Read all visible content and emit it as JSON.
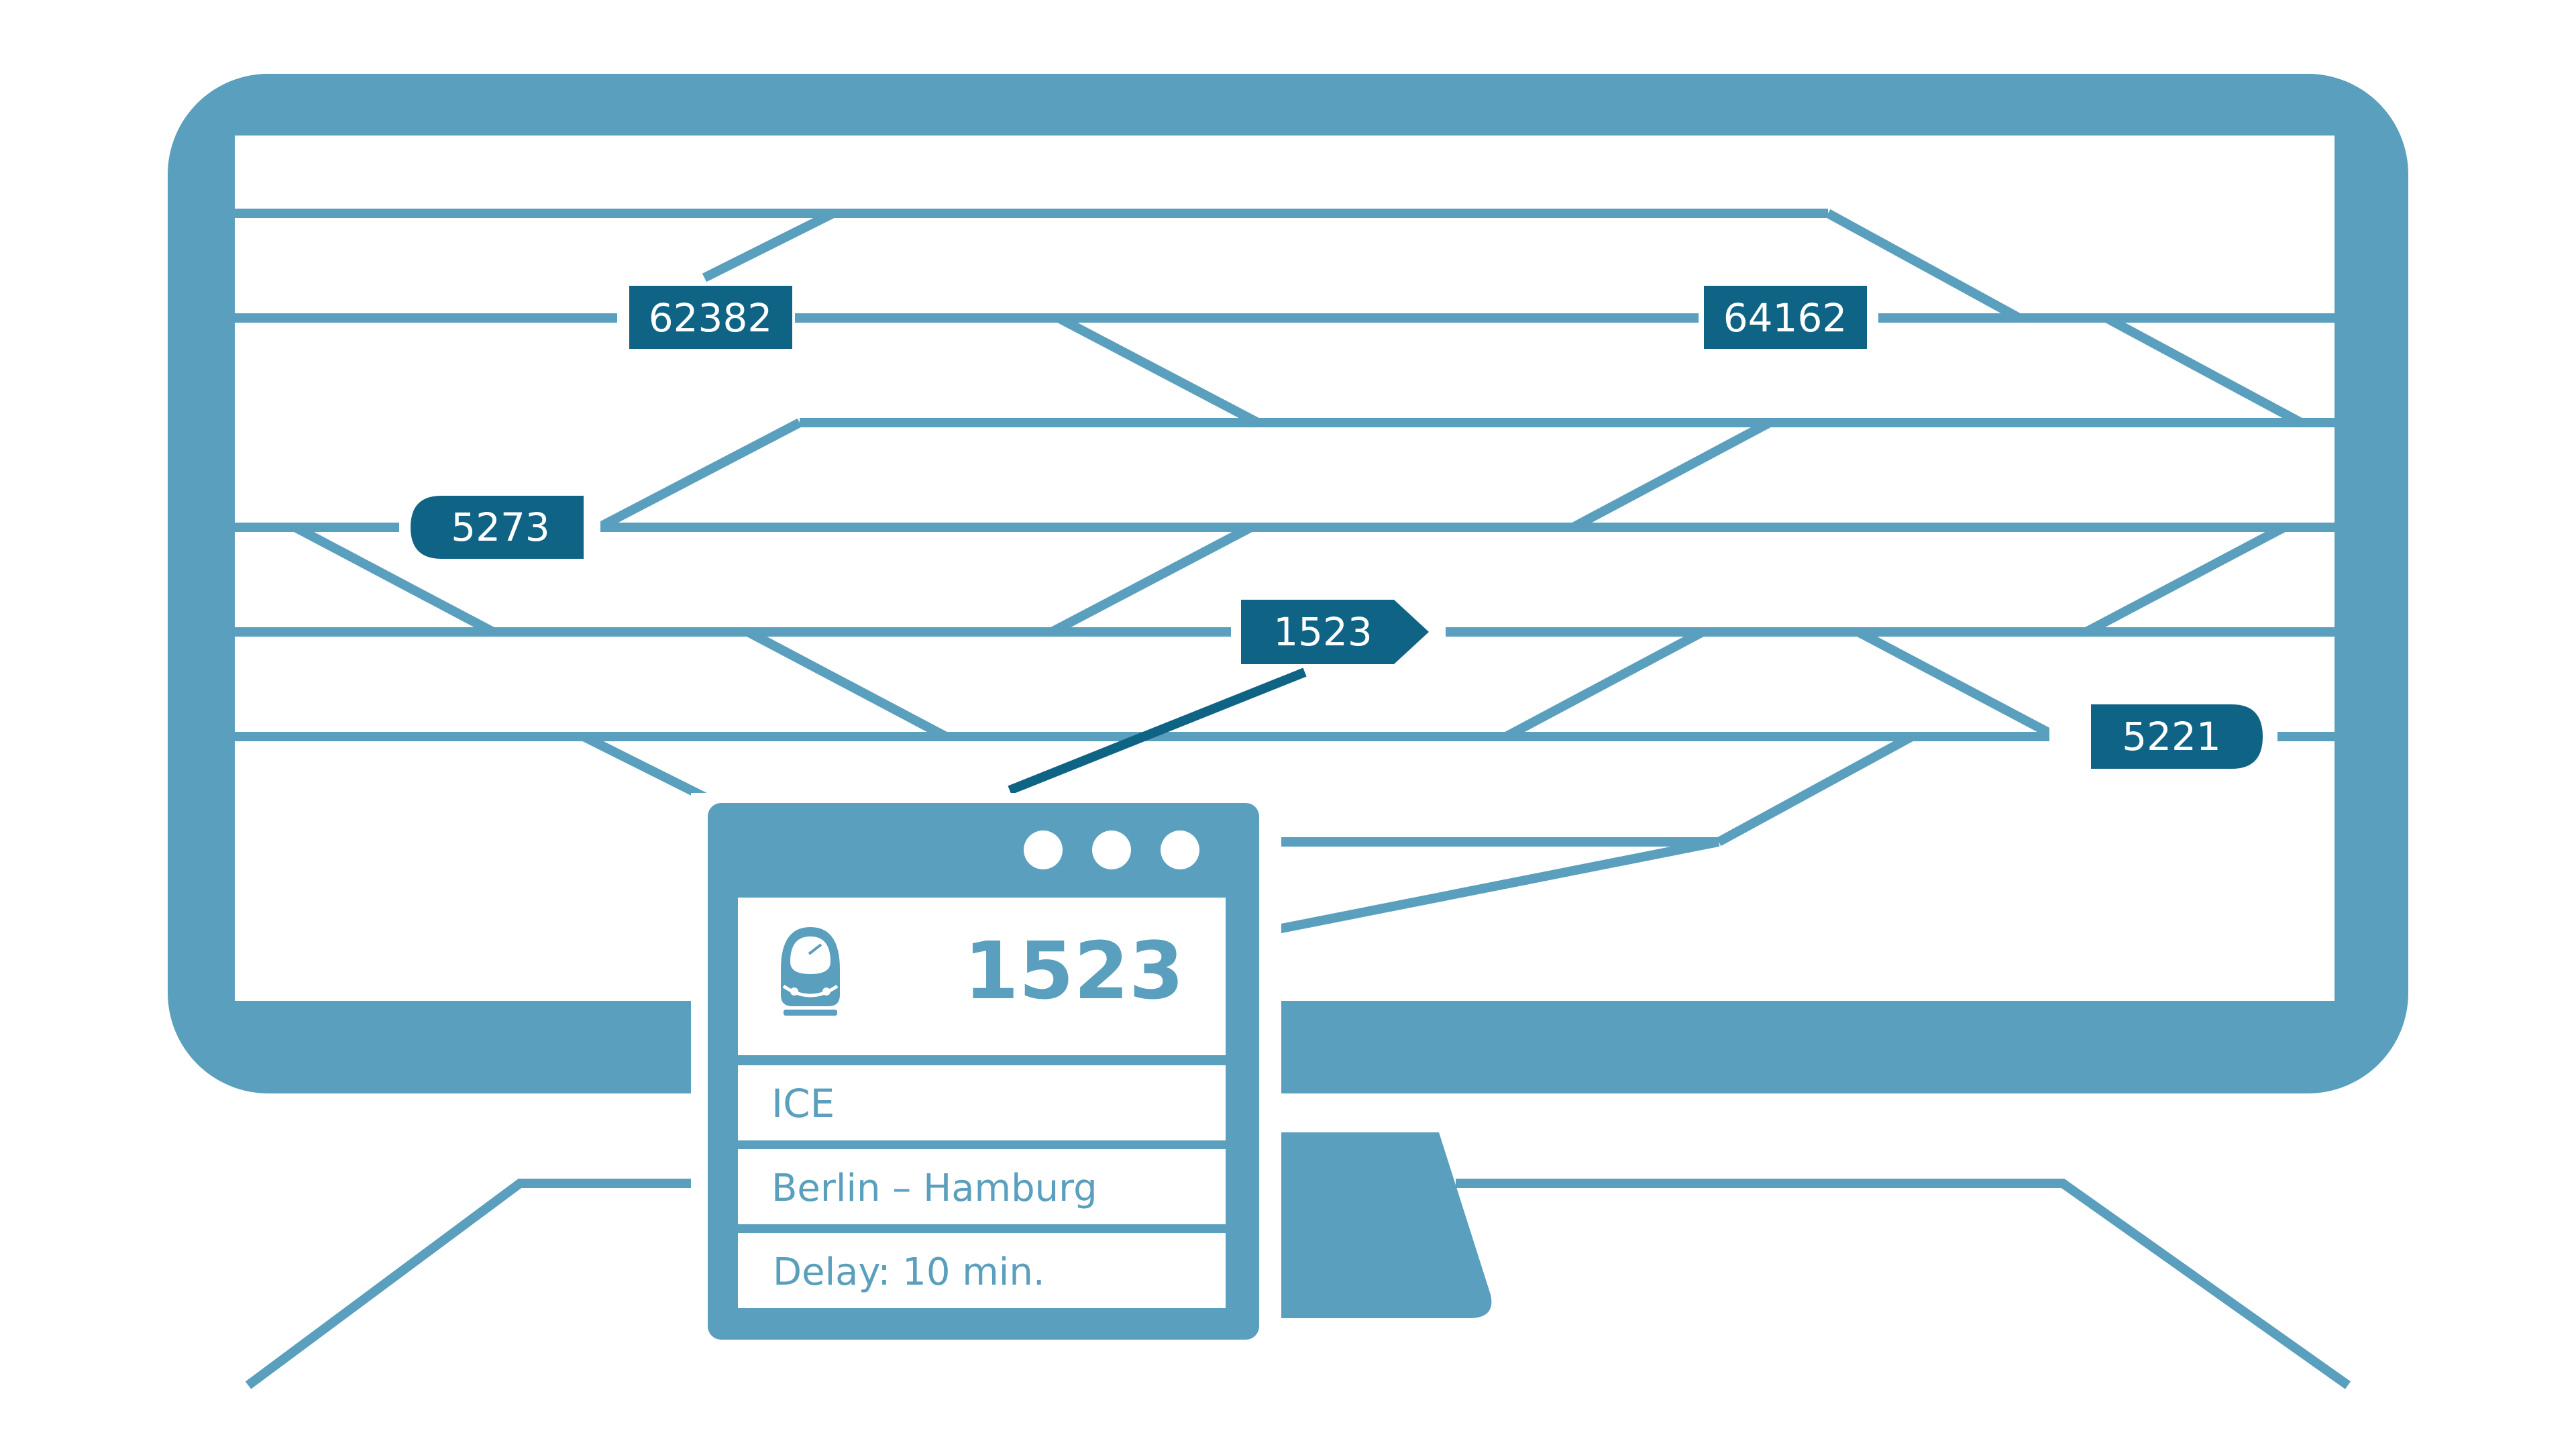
{
  "colors": {
    "frame": "#5a9fbd",
    "track": "#5a9fbd",
    "label_bg": "#0f6384",
    "label_text": "#ffffff",
    "card_text": "#5a9fbd",
    "background": "#ffffff"
  },
  "train_labels": [
    {
      "id": "62382",
      "shape": "rectangle"
    },
    {
      "id": "64162",
      "shape": "rectangle"
    },
    {
      "id": "5273",
      "shape": "rounded-left"
    },
    {
      "id": "1523",
      "shape": "arrow-right"
    },
    {
      "id": "5221",
      "shape": "rounded-right"
    }
  ],
  "info_window": {
    "icon": "train-front-icon",
    "train_number": "1523",
    "train_type": "ICE",
    "route": "Berlin – Hamburg",
    "delay": "Delay: 10 min."
  }
}
